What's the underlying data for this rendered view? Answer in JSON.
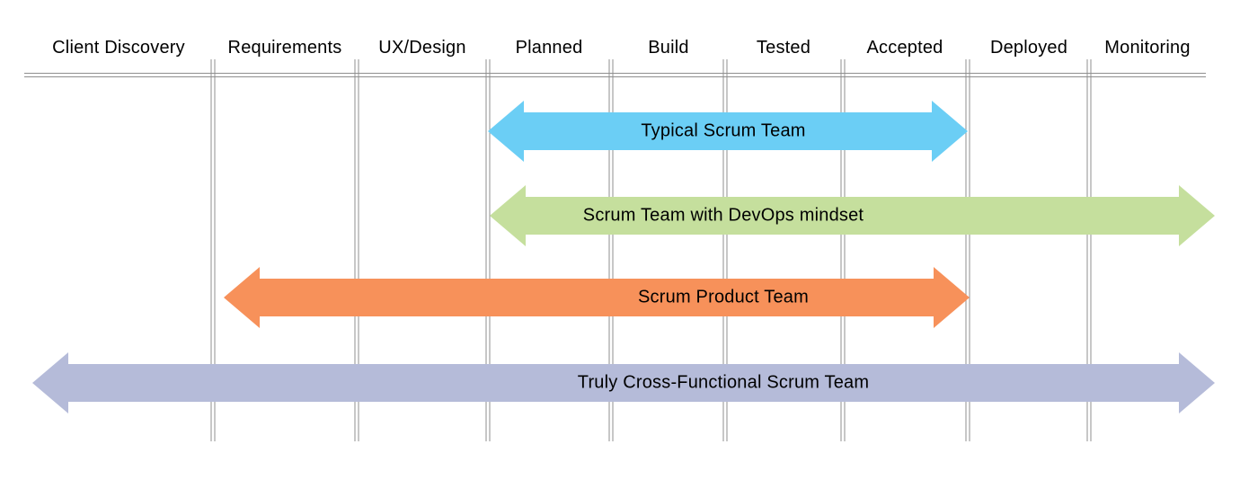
{
  "diagram": {
    "stages": [
      "Client Discovery",
      "Requirements",
      "UX/Design",
      "Planned",
      "Build",
      "Tested",
      "Accepted",
      "Deployed",
      "Monitoring"
    ],
    "teams": [
      {
        "label": "Typical Scrum Team",
        "color": "#6BCEF5",
        "from": "Planned",
        "to": "Accepted",
        "texture": "solid"
      },
      {
        "label": "Scrum Team with DevOps mindset",
        "color": "#C5DF9D",
        "from": "Planned",
        "to": "Monitoring",
        "texture": "solid"
      },
      {
        "label": "Scrum Product Team",
        "color": "#F7915A",
        "from": "Requirements",
        "to": "Accepted",
        "texture": "solid"
      },
      {
        "label": "Truly Cross-Functional Scrum Team",
        "color": "#B5BBD9",
        "from": "Client Discovery",
        "to": "Monitoring",
        "texture": "dots"
      }
    ],
    "line_color": "#8F8F8F",
    "text_color": "#000000",
    "background": "#FFFFFF"
  }
}
